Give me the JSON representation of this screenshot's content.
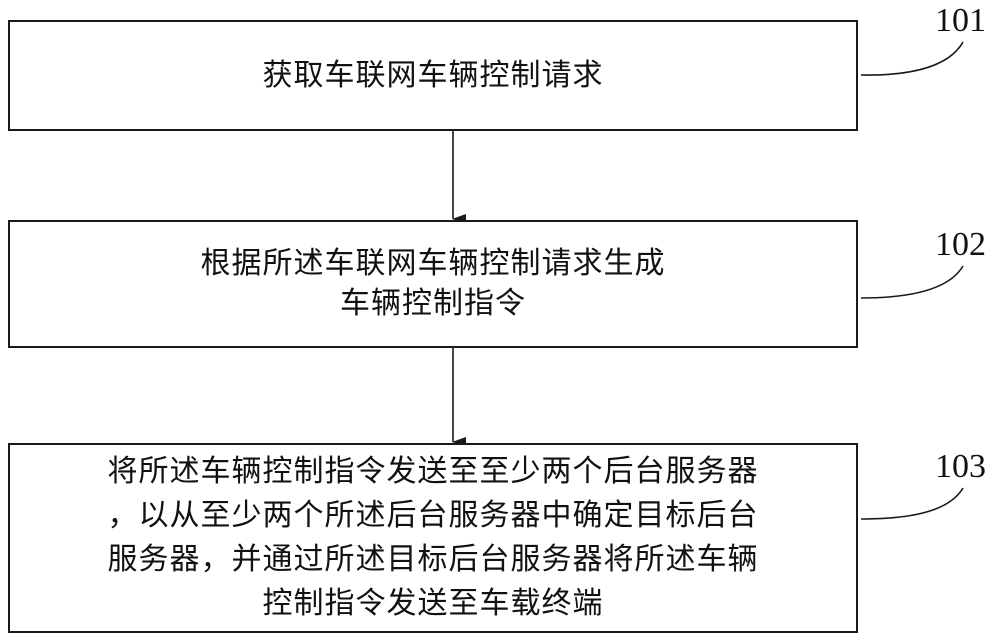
{
  "diagram": {
    "type": "flowchart",
    "steps": [
      {
        "id": "101",
        "label": "101",
        "text": "获取车联网车辆控制请求"
      },
      {
        "id": "102",
        "label": "102",
        "text": "根据所述车联网车辆控制请求生成\n车辆控制指令"
      },
      {
        "id": "103",
        "label": "103",
        "text": "将所述车辆控制指令发送至至少两个后台服务器\n，以从至少两个所述后台服务器中确定目标后台\n服务器，并通过所述目标后台服务器将所述车辆\n控制指令发送至车载终端"
      }
    ],
    "edges": [
      {
        "from": "101",
        "to": "102"
      },
      {
        "from": "102",
        "to": "103"
      }
    ],
    "colors": {
      "line": "#1a1a1a",
      "background": "#ffffff"
    }
  }
}
